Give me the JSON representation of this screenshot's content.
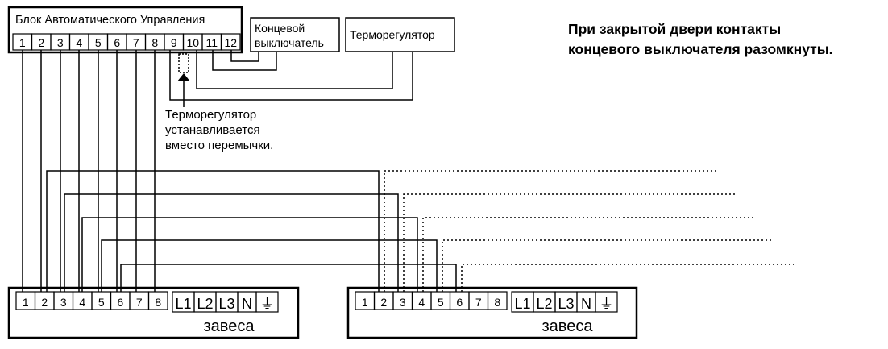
{
  "control_block": {
    "title": "Блок Автоматического Управления",
    "terminals": [
      "1",
      "2",
      "3",
      "4",
      "5",
      "6",
      "7",
      "8",
      "9",
      "10",
      "11",
      "12"
    ]
  },
  "limit_switch": {
    "line1": "Концевой",
    "line2": "выключатель"
  },
  "thermostat": {
    "label": "Терморегулятор"
  },
  "heading": {
    "line1": "При закрытой двери контакты",
    "line2": "концевого выключателя разомкнуты."
  },
  "thermostat_note": {
    "line1": "Терморегулятор",
    "line2": "устанавливается",
    "line3": "вместо перемычки."
  },
  "curtains": [
    {
      "terminals": [
        "1",
        "2",
        "3",
        "4",
        "5",
        "6",
        "7",
        "8",
        "L1",
        "L2",
        "L3",
        "N",
        "⏚"
      ],
      "label": "завеса"
    },
    {
      "terminals": [
        "1",
        "2",
        "3",
        "4",
        "5",
        "6",
        "7",
        "8",
        "L1",
        "L2",
        "L3",
        "N",
        "⏚"
      ],
      "label": "завеса"
    }
  ]
}
